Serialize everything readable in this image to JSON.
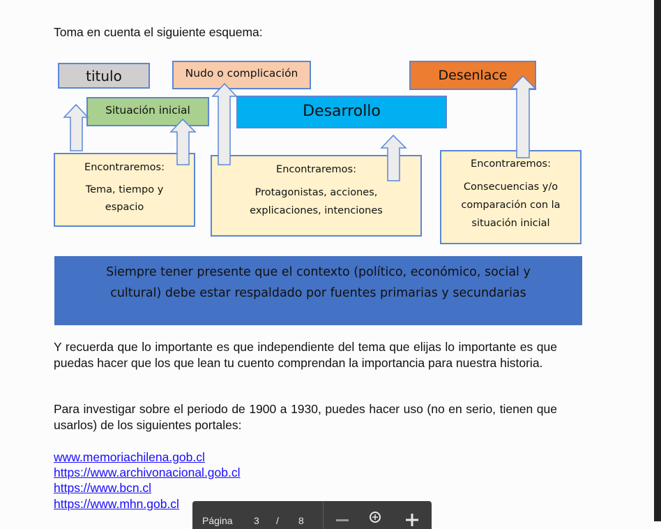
{
  "intro": "Toma en cuenta el siguiente esquema:",
  "diagram": {
    "titulo": "titulo",
    "nudo": "Nudo o complicación",
    "situacion": "Situación inicial",
    "desarrollo": "Desarrollo",
    "desenlace": "Desenlace",
    "box1": {
      "heading": "Encontraremos:",
      "body": [
        "Tema, tiempo y",
        "espacio"
      ]
    },
    "box2": {
      "heading": "Encontraremos:",
      "body": [
        "Protagonistas, acciones,",
        "explicaciones, intenciones"
      ]
    },
    "box3": {
      "heading": "Encontraremos:",
      "body": [
        "Consecuencias y/o",
        "comparación con la",
        "situación inicial"
      ]
    },
    "banner": [
      "Siempre tener presente que el contexto  (político, económico, social y",
      "cultural) debe estar respaldado por fuentes primarias y secundarias"
    ],
    "colors": {
      "titulo": "#d0cece",
      "nudo": "#f8cbad",
      "situacion": "#a9d08e",
      "desarrollo": "#00b0f0",
      "desenlace": "#ed7d31",
      "box": "#fff2cc",
      "banner": "#4472c4"
    }
  },
  "paragraph1": "Y recuerda que lo importante es que independiente del tema que elijas lo importante es que puedas hacer que los que lean tu cuento comprendan la importancia para nuestra historia.",
  "paragraph2": "Para investigar sobre el periodo de 1900 a 1930, puedes hacer uso (no en serio, tienen que usarlos) de los siguientes portales:",
  "links": [
    "www.memoriachilena.gob.cl",
    "https://www.archivonacional.gob.cl",
    "https://www.bcn.cl",
    "https://www.mhn.gob.cl"
  ],
  "toolbar": {
    "page_label": "Página",
    "current_page": "3",
    "separator": "/",
    "total_pages": "8"
  }
}
